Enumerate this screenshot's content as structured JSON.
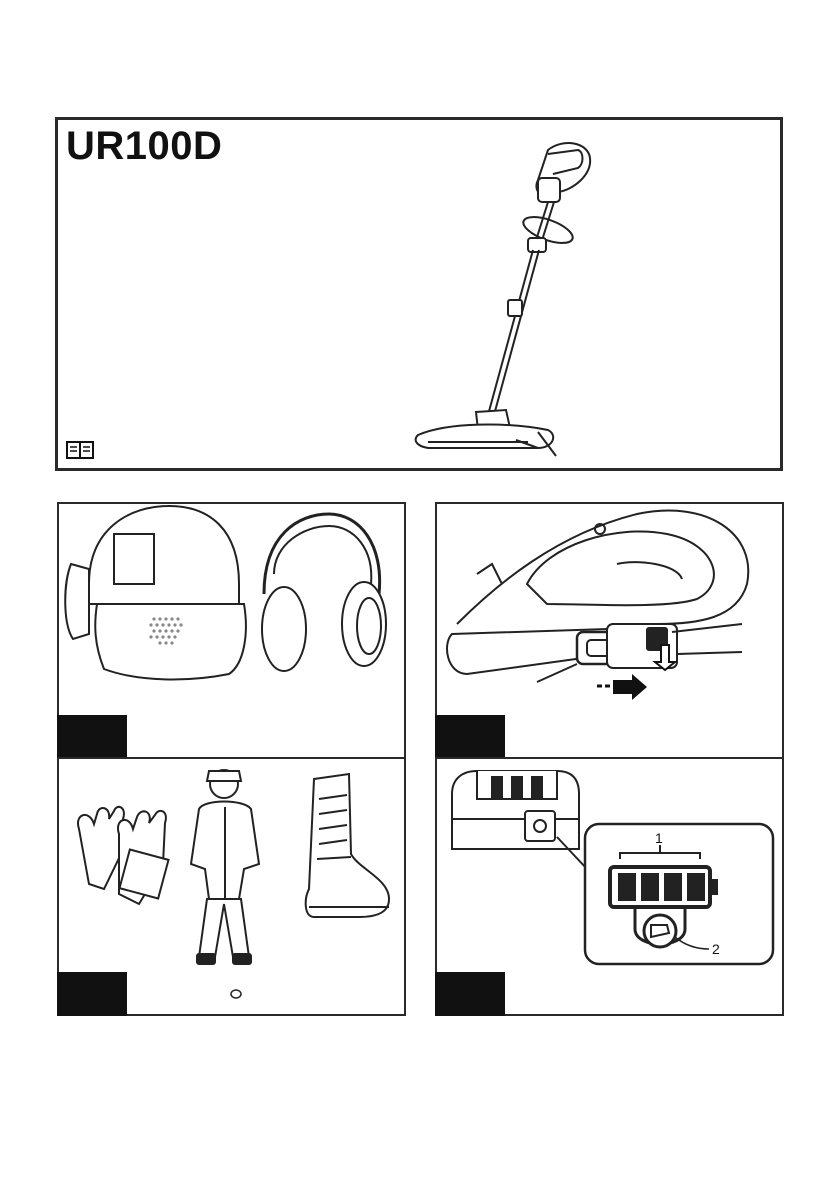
{
  "cover": {
    "model": "UR100D",
    "book_icon": "book-icon"
  },
  "figures": [
    {
      "id": "fig-1",
      "tag": "",
      "subject": "helmet-visor-earmuff"
    },
    {
      "id": "fig-2",
      "tag": "",
      "subject": "battery-removal"
    },
    {
      "id": "fig-3",
      "tag": "",
      "subject": "protective-clothing"
    },
    {
      "id": "fig-4",
      "tag": "",
      "subject": "battery-indicator",
      "callouts": [
        "1",
        "2"
      ]
    }
  ],
  "colors": {
    "line": "#2a2a2a",
    "tag": "#111111"
  }
}
